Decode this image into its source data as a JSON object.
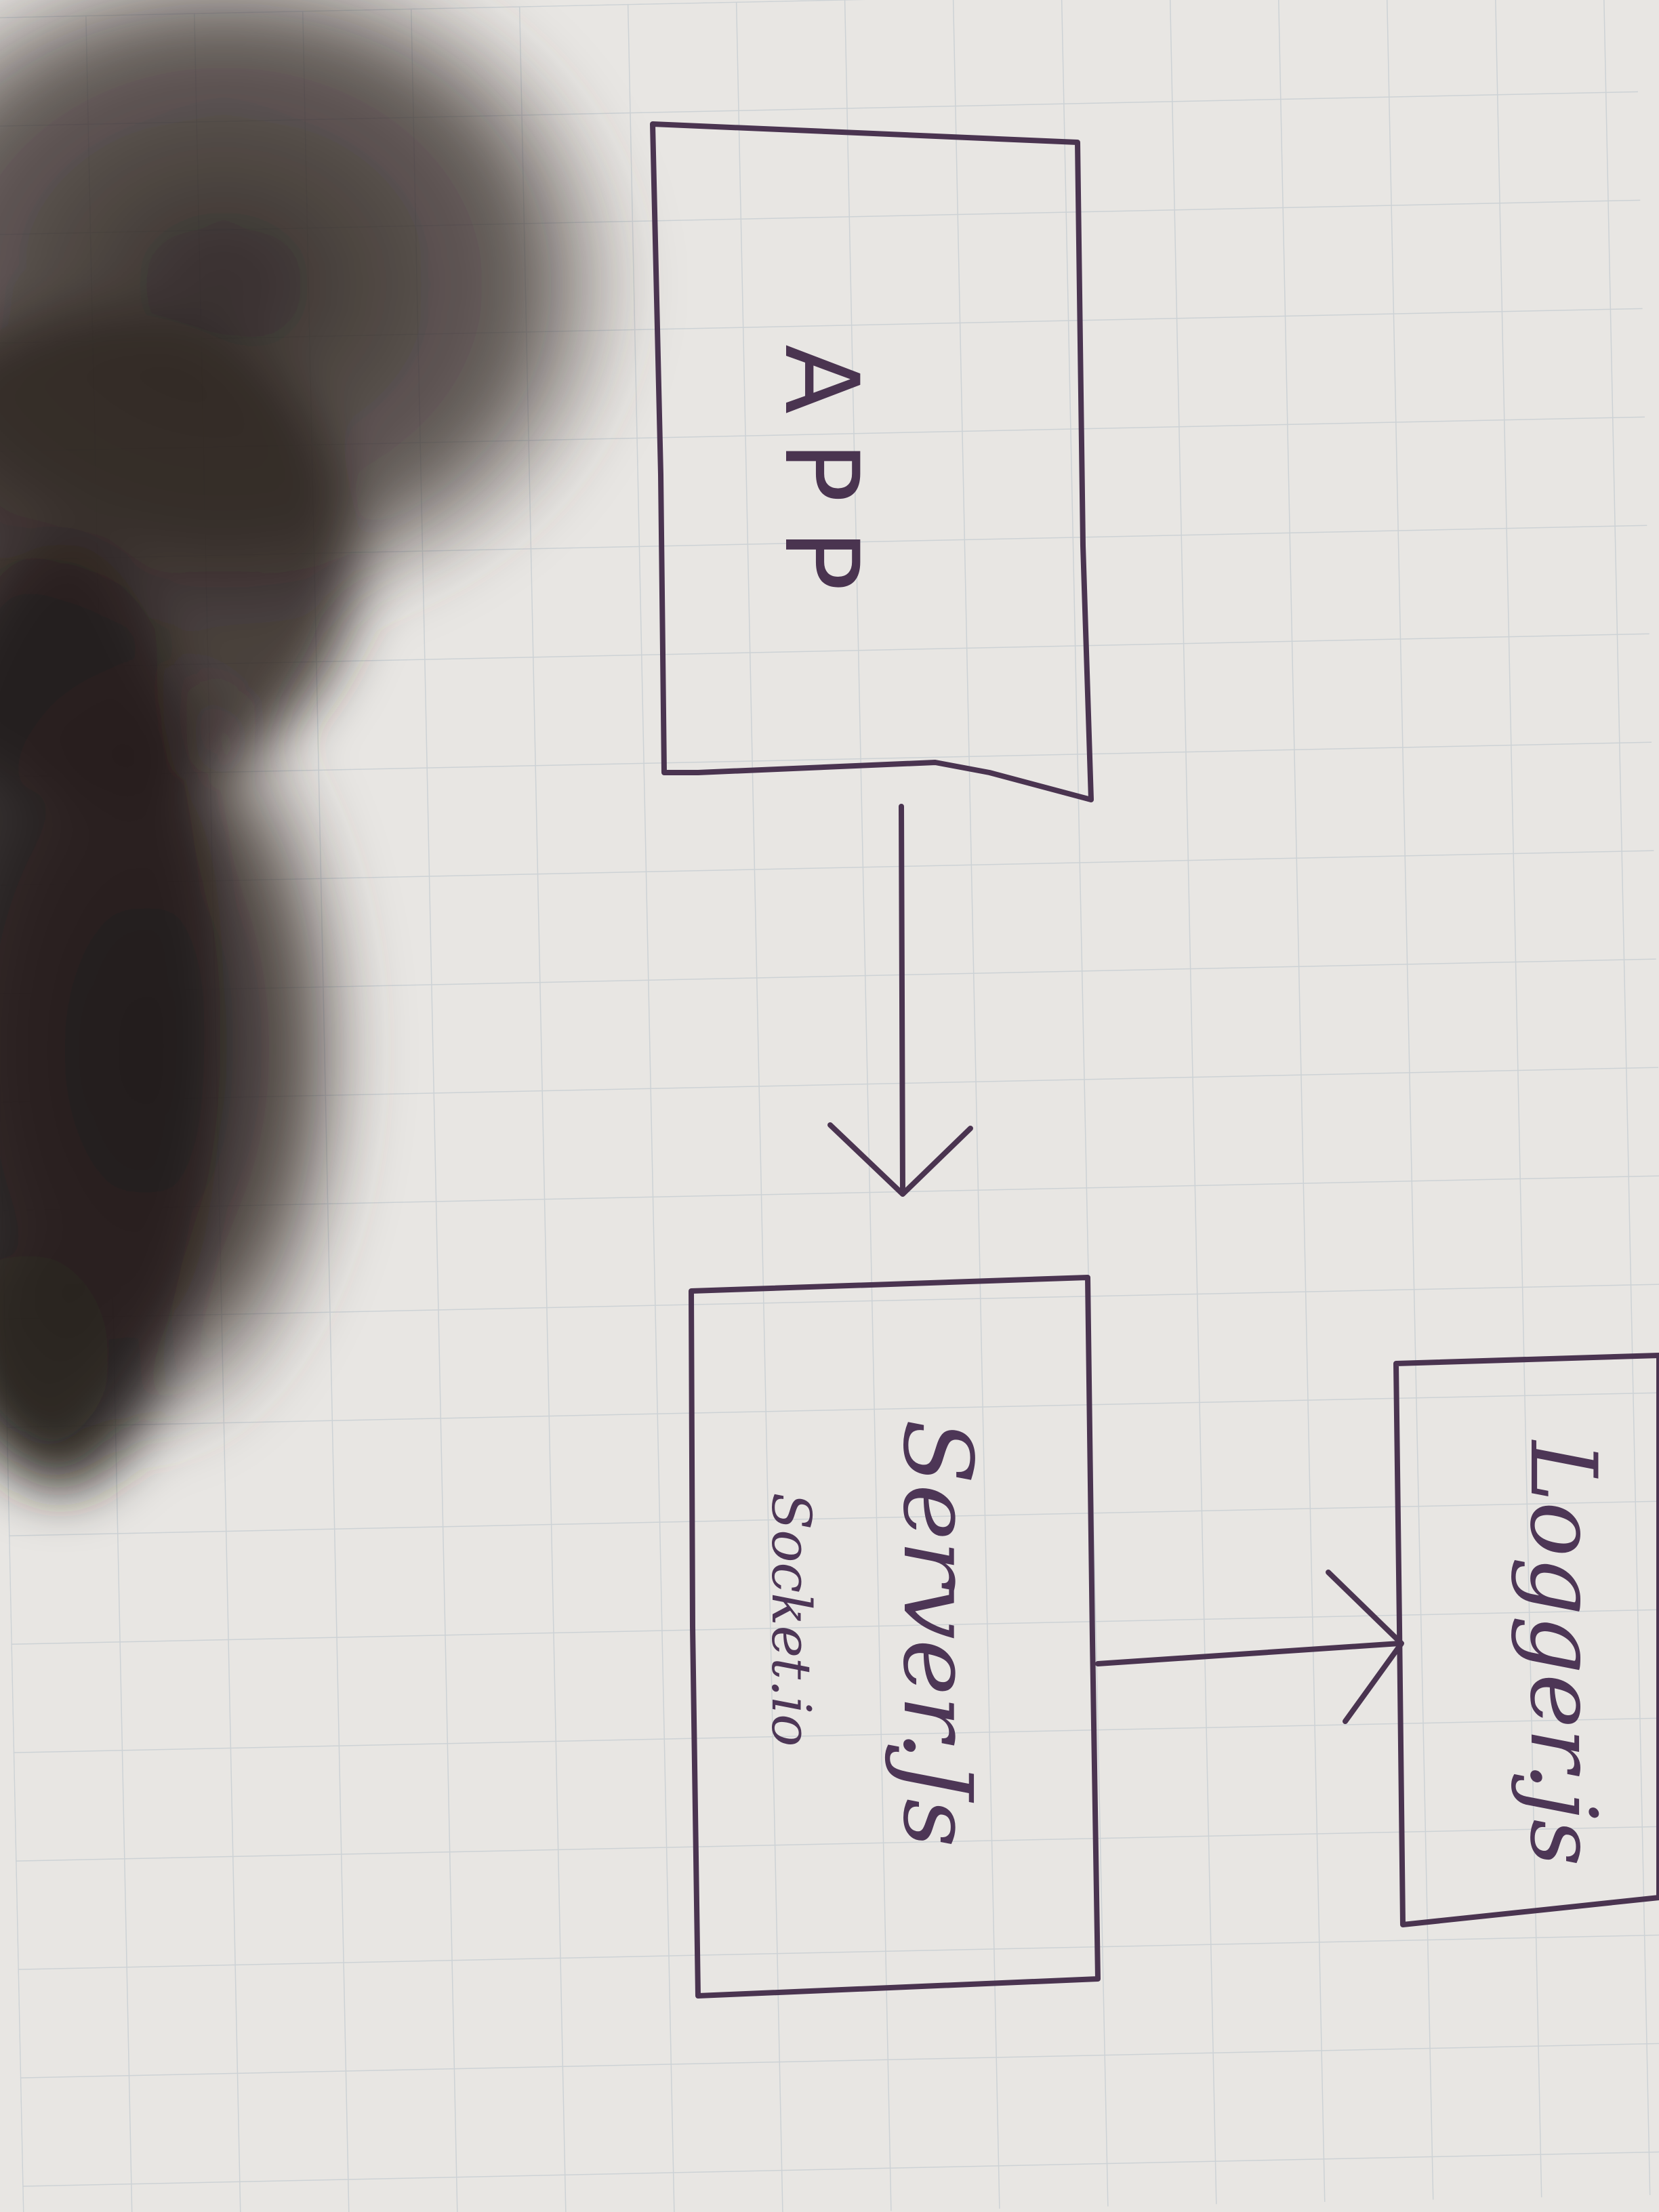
{
  "diagram": {
    "colors": {
      "paper": "#e9e7e4",
      "grid": "#cfd3d6",
      "ink": "#4a3450",
      "shadow": "#2a2220"
    },
    "nodes": {
      "app": {
        "label": "APP"
      },
      "server": {
        "label": "Server.Js",
        "sublabel": "Socket.io"
      },
      "logger": {
        "label": "Logger.js"
      }
    },
    "edges": [
      {
        "from": "app",
        "to": "server"
      },
      {
        "from": "server",
        "to": "logger"
      }
    ]
  }
}
